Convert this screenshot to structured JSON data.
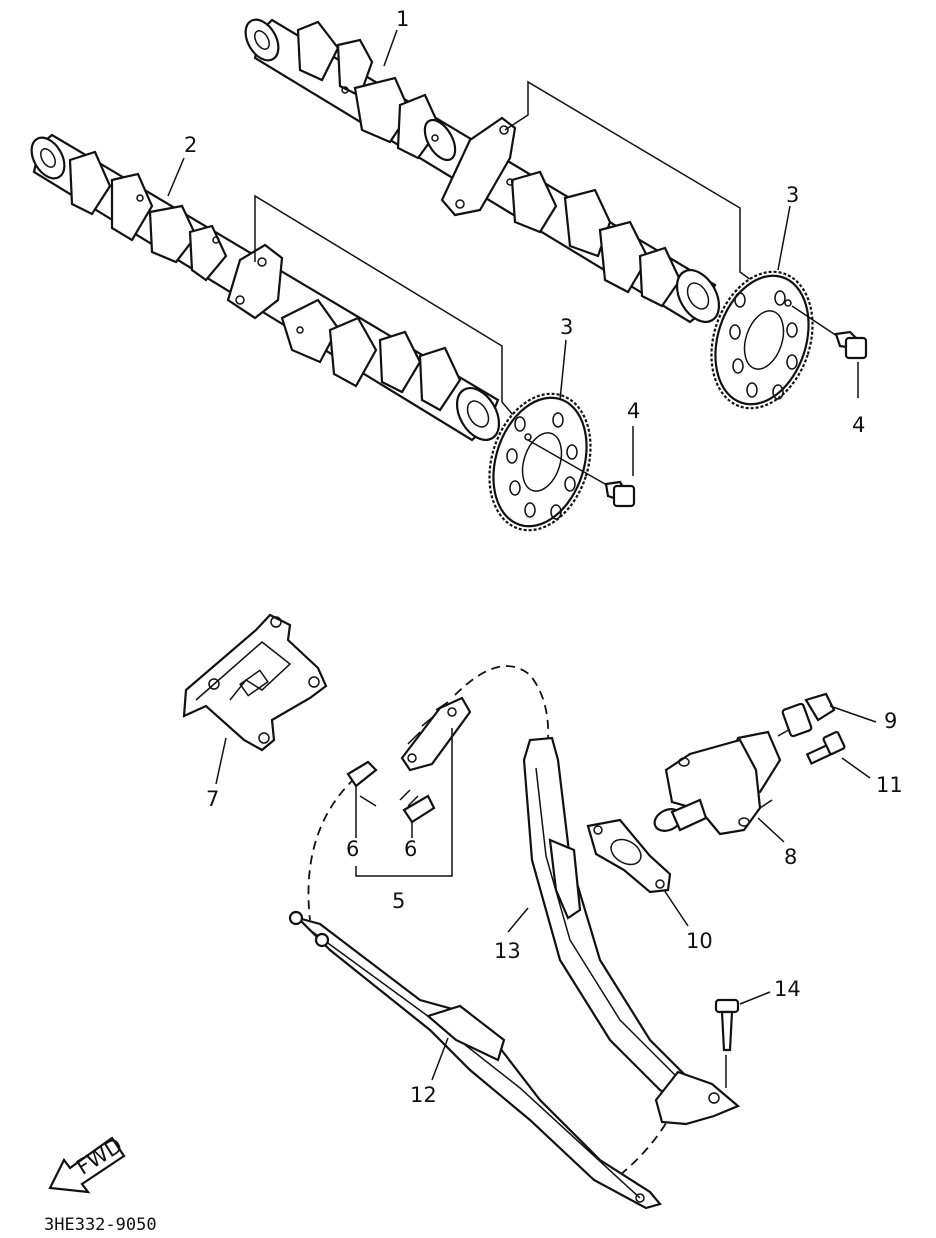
{
  "labels": {
    "p1": "1",
    "p2": "2",
    "p3a": "3",
    "p3b": "3",
    "p4a": "4",
    "p4b": "4",
    "p5": "5",
    "p6a": "6",
    "p6b": "6",
    "p7": "7",
    "p8": "8",
    "p9": "9",
    "p10": "10",
    "p11": "11",
    "p12": "12",
    "p13": "13",
    "p14": "14"
  },
  "fwd_text": "FWD",
  "diagram_code": "3HE332-9050"
}
